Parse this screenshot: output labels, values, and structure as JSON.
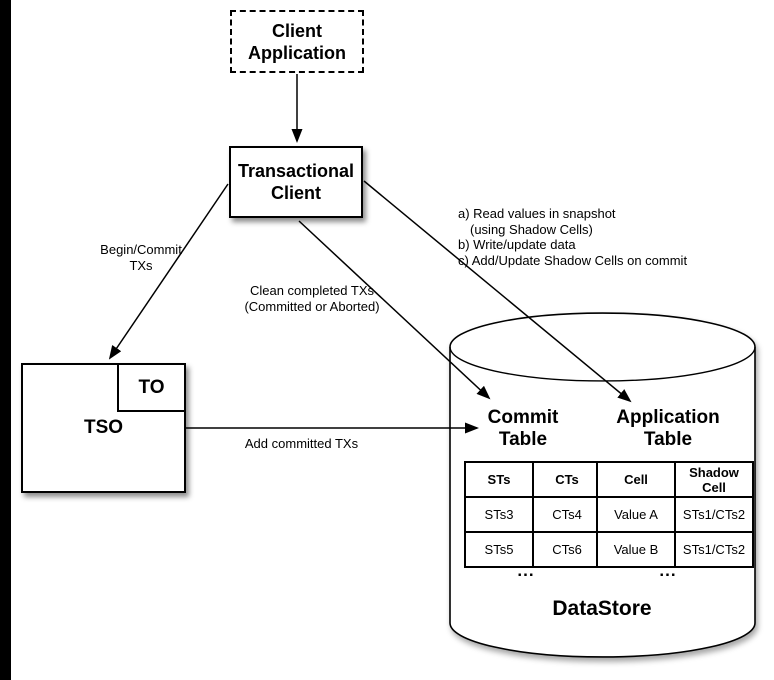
{
  "diagram": {
    "colors": {
      "line": "#000000",
      "background": "#ffffff",
      "side_bar": "#000000"
    },
    "nodes": {
      "client_application": {
        "line1": "Client",
        "line2": "Application"
      },
      "transactional_client": {
        "line1": "Transactional",
        "line2": "Client"
      },
      "tso": {
        "label": "TSO"
      },
      "to": {
        "label": "TO"
      }
    },
    "edge_labels": {
      "begin_commit": {
        "line1": "Begin/Commit",
        "line2": "TXs"
      },
      "clean_completed": {
        "line1": "Clean completed TXs",
        "line2": "(Committed or Aborted)"
      },
      "client_ops": {
        "line1": "a) Read values in snapshot",
        "line2": "(using Shadow Cells)",
        "line3": "b) Write/update data",
        "line4": "c) Add/Update Shadow Cells on commit"
      },
      "add_committed": {
        "label": "Add committed TXs"
      }
    },
    "datastore": {
      "label": "DataStore",
      "commit_table": {
        "title_line1": "Commit",
        "title_line2": "Table",
        "headers": [
          "STs",
          "CTs"
        ],
        "rows": [
          [
            "STs3",
            "CTs4"
          ],
          [
            "STs5",
            "CTs6"
          ]
        ],
        "ellipsis": "..."
      },
      "application_table": {
        "title_line1": "Application",
        "title_line2": "Table",
        "headers": [
          "Cell",
          "Shadow Cell"
        ],
        "rows": [
          [
            "Value A",
            "STs1/CTs2"
          ],
          [
            "Value B",
            "STs1/CTs2"
          ]
        ],
        "ellipsis": "..."
      }
    }
  }
}
